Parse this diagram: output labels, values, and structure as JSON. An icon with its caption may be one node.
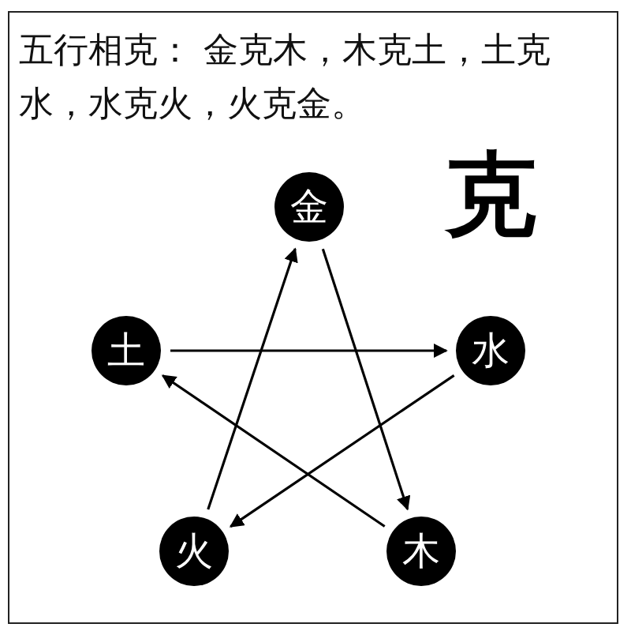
{
  "diagram": {
    "title": "五行相克： 金克木，木克土，土克水，水克火，火克金。",
    "nodes": [
      {
        "text": [
          "金"
        ]
      },
      {
        "text": [
          "水"
        ]
      },
      {
        "text": [
          "木"
        ]
      },
      {
        "text": [
          "火"
        ]
      },
      {
        "text": [
          "土"
        ]
      }
    ],
    "edges": [
      {
        "from": 0,
        "to": 2,
        "arrow": "to"
      },
      {
        "from": 2,
        "to": 4,
        "arrow": "to"
      },
      {
        "from": 4,
        "to": 1,
        "arrow": "to"
      },
      {
        "from": 1,
        "to": 3,
        "arrow": "to"
      },
      {
        "from": 3,
        "to": 0,
        "arrow": "to"
      }
    ],
    "labels": [
      "克"
    ]
  }
}
